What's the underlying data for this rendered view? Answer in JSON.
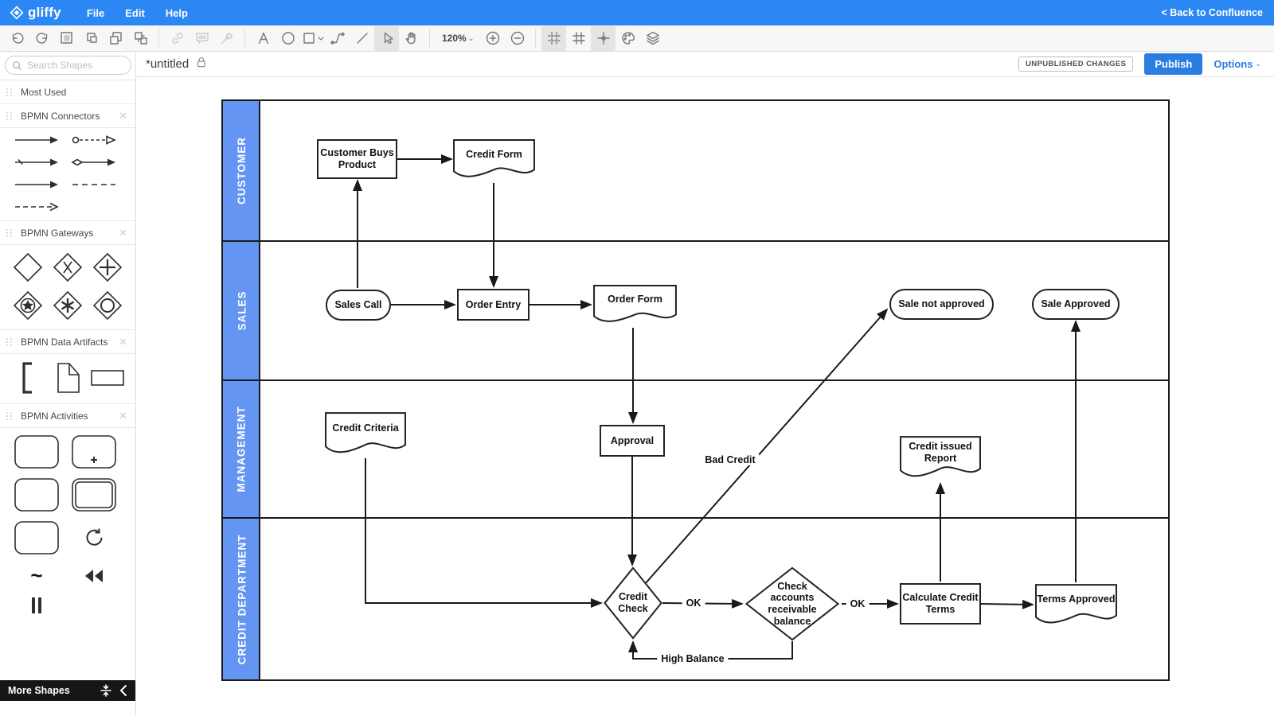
{
  "app": {
    "brand": "gliffy",
    "menus": {
      "file": "File",
      "edit": "Edit",
      "help": "Help"
    },
    "back_link": "< Back to Confluence"
  },
  "toolbar": {
    "zoom_level": "120%",
    "icons": [
      "undo",
      "redo",
      "group",
      "ungroup",
      "copy",
      "paste-style",
      "link",
      "comment",
      "eyedropper",
      "text",
      "ellipse",
      "shape",
      "connector",
      "line",
      "pointer",
      "pan",
      "zoom-in",
      "zoom-out",
      "snap-to-grid",
      "grid",
      "guides",
      "theme",
      "layers"
    ],
    "active_tool": "pointer"
  },
  "titlebar": {
    "title": "*untitled",
    "status_badge": "UNPUBLISHED CHANGES",
    "publish_label": "Publish",
    "options_label": "Options"
  },
  "sidebar": {
    "search_placeholder": "Search Shapes",
    "sections": {
      "most_used": "Most Used",
      "connectors": "BPMN Connectors",
      "gateways": "BPMN Gateways",
      "artifacts": "BPMN Data Artifacts",
      "activities": "BPMN Activities"
    },
    "more_shapes": "More Shapes"
  },
  "diagram": {
    "lanes": {
      "customer": "CUSTOMER",
      "sales": "SALES",
      "management": "MANAGEMENT",
      "credit": "CREDIT DEPARTMENT"
    },
    "nodes": {
      "customer_buys_product": "Customer Buys Product",
      "credit_form": "Credit Form",
      "sales_call": "Sales Call",
      "order_entry": "Order Entry",
      "order_form": "Order Form",
      "sale_not_approved": "Sale not approved",
      "sale_approved": "Sale Approved",
      "credit_criteria": "Credit Criteria",
      "approval": "Approval",
      "credit_issued_report": "Credit issued Report",
      "credit_check": "Credit Check",
      "check_accounts": "Check accounts receivable balance",
      "calculate_credit_terms": "Calculate Credit Terms",
      "terms_approved": "Terms Approved"
    },
    "edge_labels": {
      "ok_1": "OK",
      "ok_2": "OK",
      "bad_credit": "Bad Credit",
      "high_balance": "High Balance"
    },
    "edges": [
      {
        "from": "sales_call",
        "to": "customer_buys_product"
      },
      {
        "from": "customer_buys_product",
        "to": "credit_form"
      },
      {
        "from": "credit_form",
        "to": "order_entry"
      },
      {
        "from": "sales_call",
        "to": "order_entry"
      },
      {
        "from": "order_entry",
        "to": "order_form"
      },
      {
        "from": "order_form",
        "to": "approval"
      },
      {
        "from": "approval",
        "to": "credit_check"
      },
      {
        "from": "credit_criteria",
        "to": "credit_check"
      },
      {
        "from": "credit_check",
        "to": "sale_not_approved",
        "label": "Bad Credit"
      },
      {
        "from": "credit_check",
        "to": "check_accounts",
        "label": "OK"
      },
      {
        "from": "check_accounts",
        "to": "calculate_credit_terms",
        "label": "OK"
      },
      {
        "from": "check_accounts",
        "to": "credit_check",
        "label": "High Balance"
      },
      {
        "from": "calculate_credit_terms",
        "to": "credit_issued_report"
      },
      {
        "from": "calculate_credit_terms",
        "to": "terms_approved"
      },
      {
        "from": "terms_approved",
        "to": "sale_approved"
      }
    ]
  },
  "colors": {
    "topbar_blue": "#2b87f3",
    "lane_header_blue": "#6495f2",
    "publish_blue": "#2a7de1",
    "shape_stroke": "#222222"
  }
}
